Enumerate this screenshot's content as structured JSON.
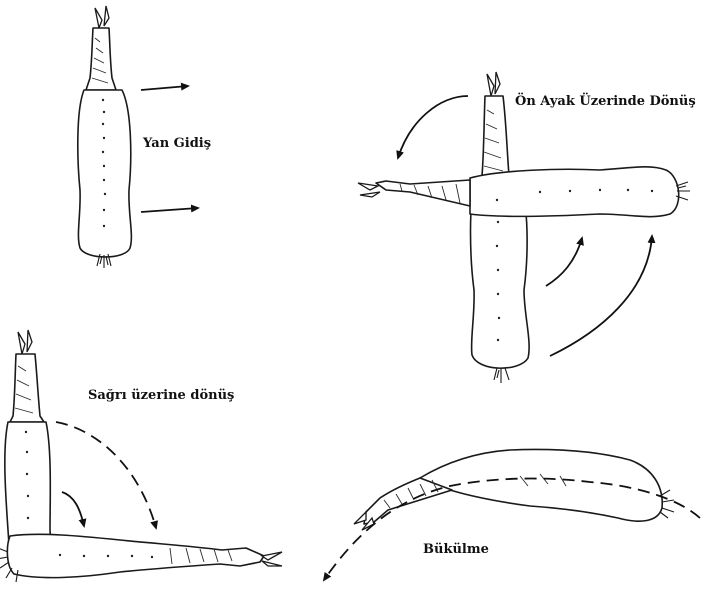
{
  "labels": {
    "yan_gidis": "Yan Gidiş",
    "on_ayak": "Ön Ayak Üzerinde Dönüş",
    "sagri": "Sağrı üzerine dönüş",
    "bukulme": "Bükülme"
  },
  "colors": {
    "ink": "#1a1a1a",
    "background": "#ffffff"
  }
}
